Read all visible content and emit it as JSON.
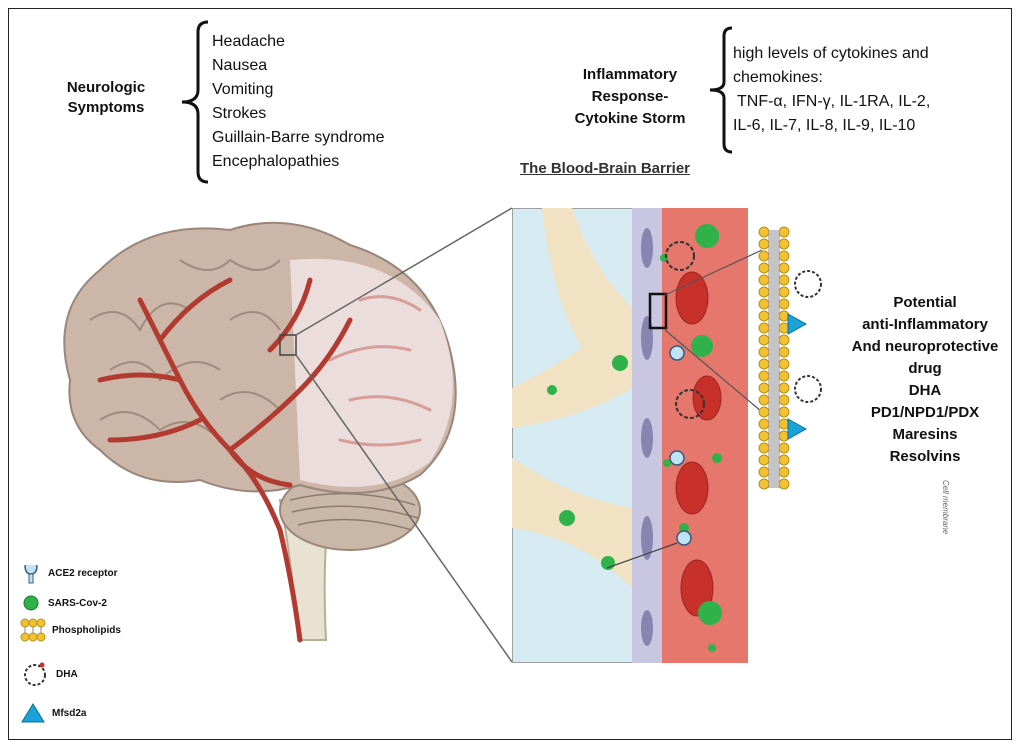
{
  "neurologic": {
    "title_line1": "Neurologic",
    "title_line2": "Symptoms",
    "symptoms": [
      "Headache",
      "Nausea",
      "Vomiting",
      "Strokes",
      "Guillain-Barre syndrome",
      "Encephalopathies"
    ]
  },
  "inflammatory": {
    "title_line1": "Inflammatory",
    "title_line2": "Response-",
    "title_line3": "Cytokine Storm",
    "line1": "high levels of cytokines and",
    "line2": "chemokines:",
    "line3": "TNF-α, IFN-γ, IL-1RA, IL-2,",
    "line4": "IL-6, IL-7, IL-8, IL-9, IL-10"
  },
  "bbb_title": "The Blood-Brain Barrier",
  "drugs": [
    "Potential",
    "anti-Inflammatory",
    "And neuroprotective drug",
    "DHA",
    "PD1/NPD1/PDX",
    "Maresins",
    "Resolvins"
  ],
  "membrane_label": "Cell membrane",
  "legend": {
    "ace2": "ACE2 receptor",
    "sars": "SARS-Cov-2",
    "phospho": "Phospholipids",
    "dha": "DHA",
    "mfsd2a": "Mfsd2a"
  },
  "colors": {
    "virus": "#2fb24a",
    "rbc": "#c8302a",
    "vessel": "#b23a30",
    "lipid": "#f2c230",
    "mfsd2a": "#1aa3d9"
  }
}
